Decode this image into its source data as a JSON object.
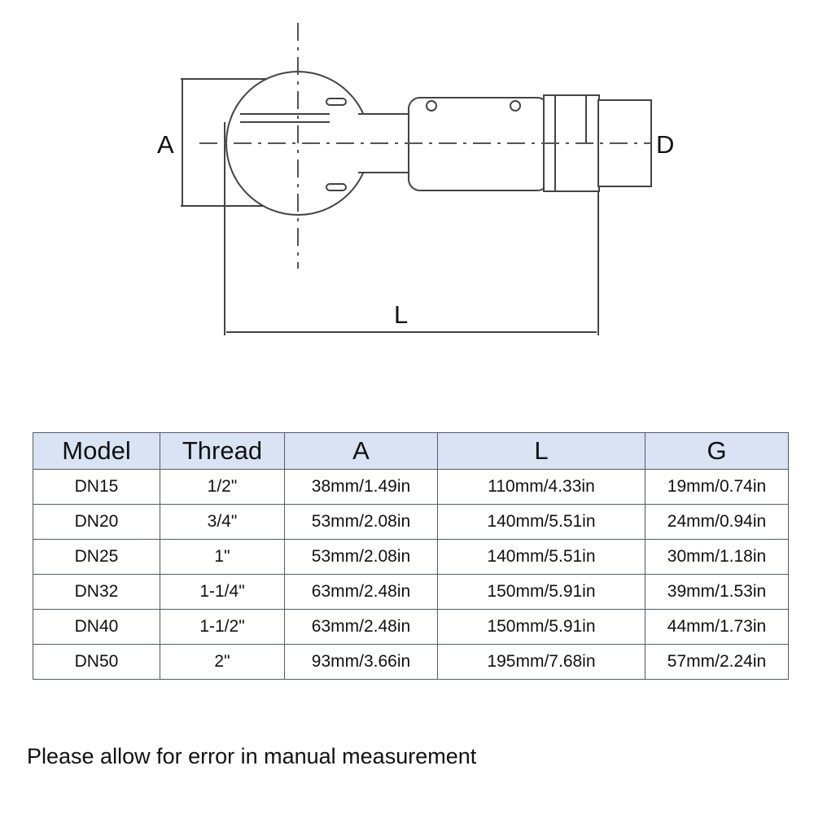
{
  "diagram": {
    "labels": {
      "a": "A",
      "d": "D",
      "l": "L"
    }
  },
  "table": {
    "headers": [
      "Model",
      "Thread",
      "A",
      "L",
      "G"
    ],
    "rows": [
      [
        "DN15",
        "1/2\"",
        "38mm/1.49in",
        "110mm/4.33in",
        "19mm/0.74in"
      ],
      [
        "DN20",
        "3/4\"",
        "53mm/2.08in",
        "140mm/5.51in",
        "24mm/0.94in"
      ],
      [
        "DN25",
        "1\"",
        "53mm/2.08in",
        "140mm/5.51in",
        "30mm/1.18in"
      ],
      [
        "DN32",
        "1-1/4\"",
        "63mm/2.48in",
        "150mm/5.91in",
        "39mm/1.53in"
      ],
      [
        "DN40",
        "1-1/2\"",
        "63mm/2.48in",
        "150mm/5.91in",
        "44mm/1.73in"
      ],
      [
        "DN50",
        "2\"",
        "93mm/3.66in",
        "195mm/7.68in",
        "57mm/2.24in"
      ]
    ]
  },
  "note": "Please allow for error in manual measurement",
  "colors": {
    "header_bg": "#dae3f3",
    "border": "#555a66",
    "line": "#444444"
  }
}
